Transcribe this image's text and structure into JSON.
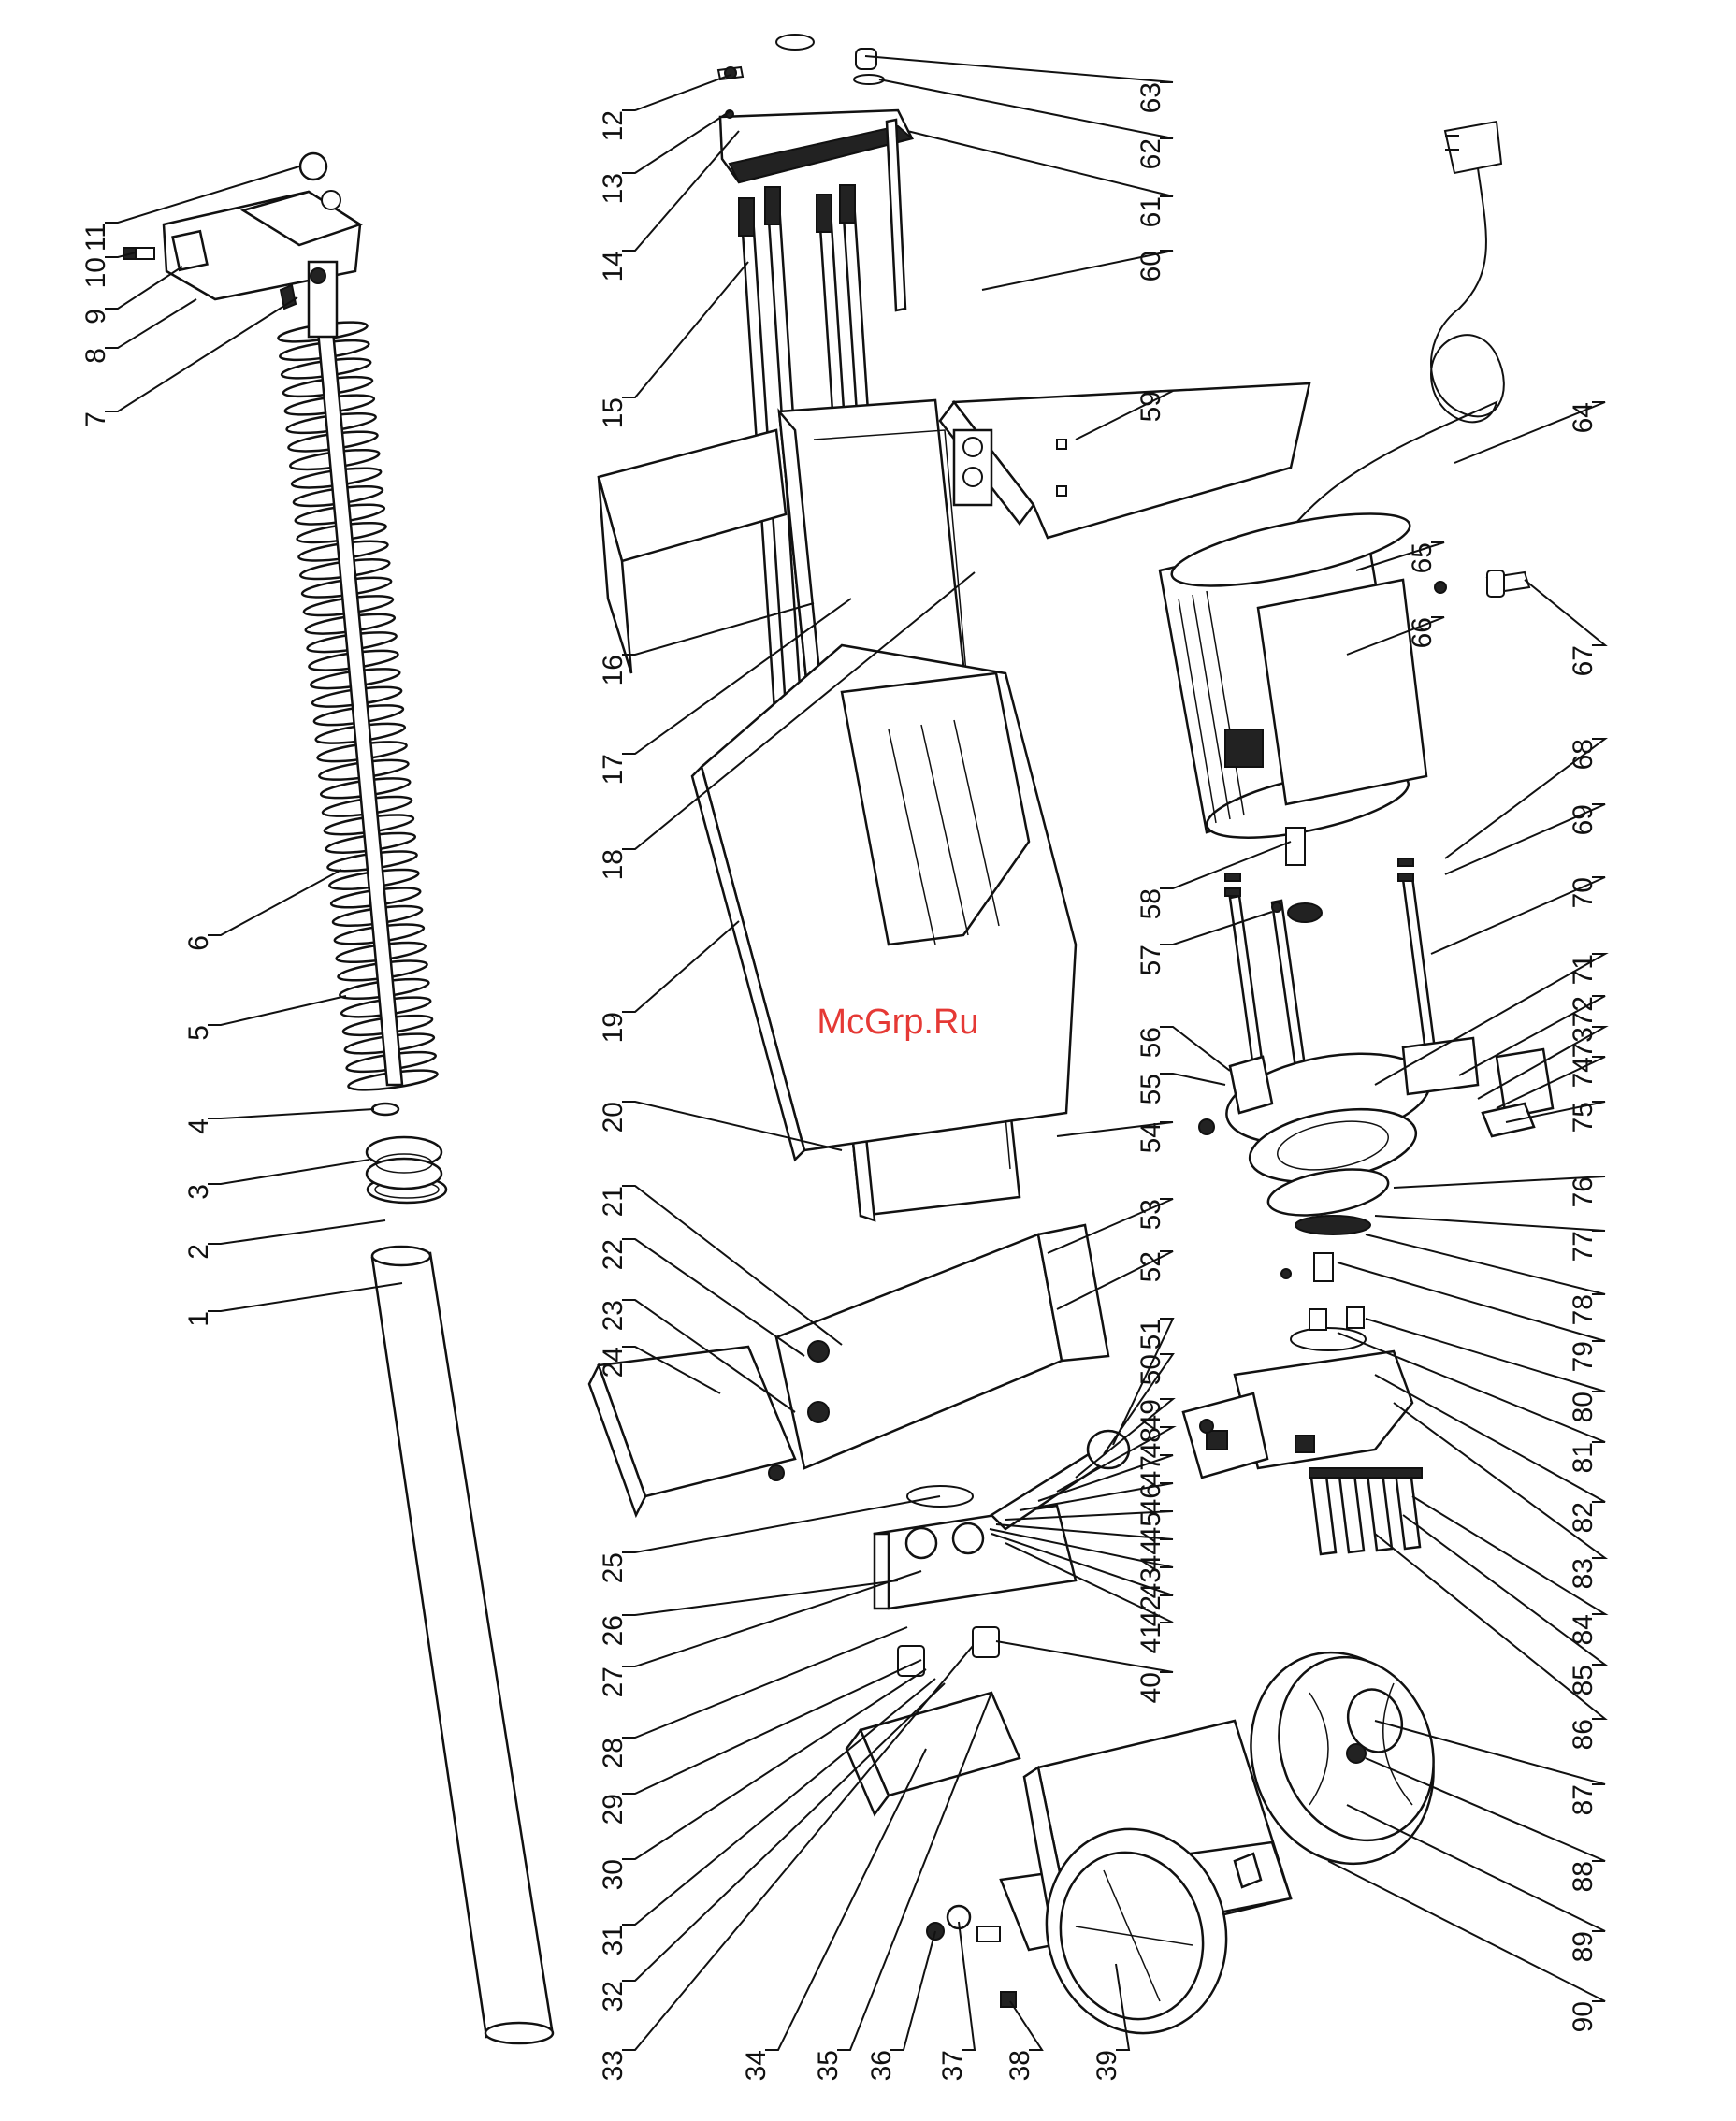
{
  "watermark": "McGrp.Ru",
  "callouts": [
    {
      "n": "1"
    },
    {
      "n": "2"
    },
    {
      "n": "3"
    },
    {
      "n": "4"
    },
    {
      "n": "5"
    },
    {
      "n": "6"
    },
    {
      "n": "7"
    },
    {
      "n": "8"
    },
    {
      "n": "9"
    },
    {
      "n": "10"
    },
    {
      "n": "11"
    },
    {
      "n": "12"
    },
    {
      "n": "13"
    },
    {
      "n": "14"
    },
    {
      "n": "15"
    },
    {
      "n": "16"
    },
    {
      "n": "17"
    },
    {
      "n": "18"
    },
    {
      "n": "19"
    },
    {
      "n": "20"
    },
    {
      "n": "21"
    },
    {
      "n": "22"
    },
    {
      "n": "23"
    },
    {
      "n": "24"
    },
    {
      "n": "25"
    },
    {
      "n": "26"
    },
    {
      "n": "27"
    },
    {
      "n": "28"
    },
    {
      "n": "29"
    },
    {
      "n": "30"
    },
    {
      "n": "31"
    },
    {
      "n": "32"
    },
    {
      "n": "33"
    },
    {
      "n": "34"
    },
    {
      "n": "35"
    },
    {
      "n": "36"
    },
    {
      "n": "37"
    },
    {
      "n": "38"
    },
    {
      "n": "39"
    },
    {
      "n": "40"
    },
    {
      "n": "41"
    },
    {
      "n": "42"
    },
    {
      "n": "43"
    },
    {
      "n": "44"
    },
    {
      "n": "45"
    },
    {
      "n": "46"
    },
    {
      "n": "47"
    },
    {
      "n": "48"
    },
    {
      "n": "49"
    },
    {
      "n": "50"
    },
    {
      "n": "51"
    },
    {
      "n": "52"
    },
    {
      "n": "53"
    },
    {
      "n": "54"
    },
    {
      "n": "55"
    },
    {
      "n": "56"
    },
    {
      "n": "57"
    },
    {
      "n": "58"
    },
    {
      "n": "59"
    },
    {
      "n": "60"
    },
    {
      "n": "61"
    },
    {
      "n": "62"
    },
    {
      "n": "63"
    },
    {
      "n": "64"
    },
    {
      "n": "65"
    },
    {
      "n": "66"
    },
    {
      "n": "67"
    },
    {
      "n": "68"
    },
    {
      "n": "69"
    },
    {
      "n": "70"
    },
    {
      "n": "71"
    },
    {
      "n": "72"
    },
    {
      "n": "73"
    },
    {
      "n": "74"
    },
    {
      "n": "75"
    },
    {
      "n": "76"
    },
    {
      "n": "77"
    },
    {
      "n": "78"
    },
    {
      "n": "79"
    },
    {
      "n": "80"
    },
    {
      "n": "81"
    },
    {
      "n": "82"
    },
    {
      "n": "83"
    },
    {
      "n": "84"
    },
    {
      "n": "85"
    },
    {
      "n": "86"
    },
    {
      "n": "87"
    },
    {
      "n": "88"
    },
    {
      "n": "89"
    },
    {
      "n": "90"
    }
  ]
}
